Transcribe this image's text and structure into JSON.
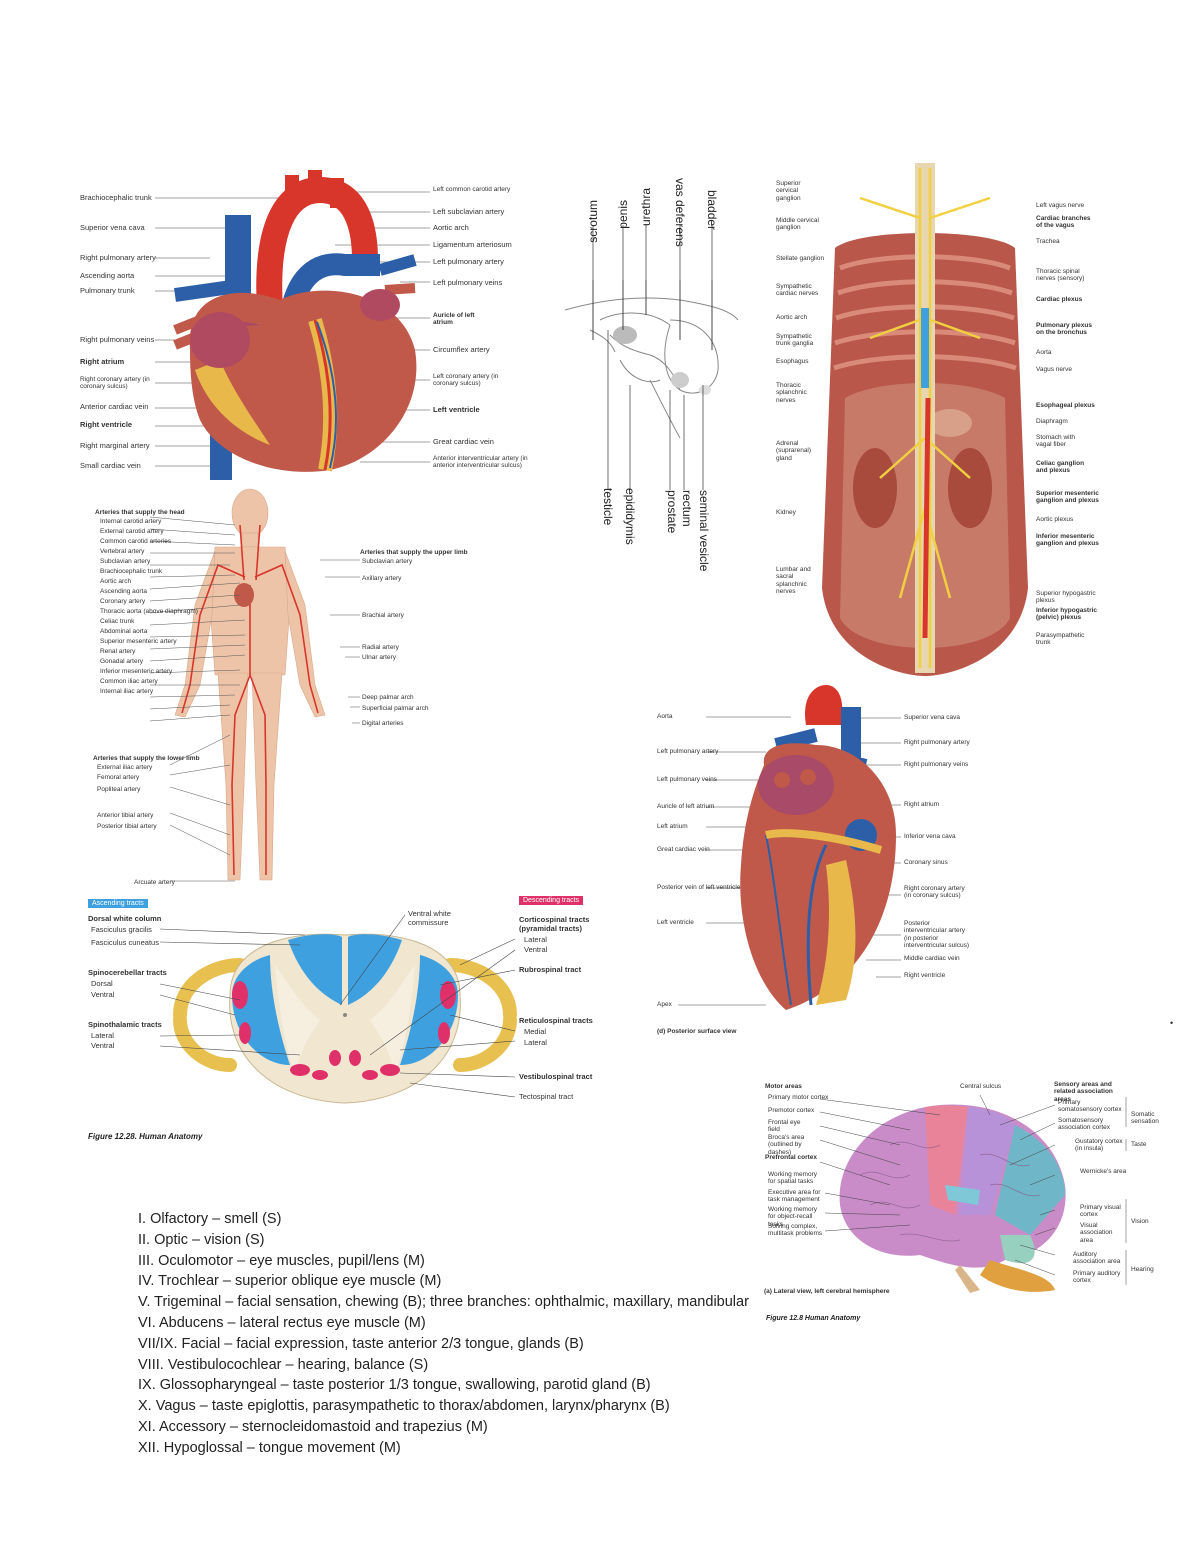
{
  "heart_front": {
    "left_labels": [
      "Brachiocephalic trunk",
      "Superior vena cava",
      "Right pulmonary artery",
      "Ascending aorta",
      "Pulmonary trunk",
      "Right pulmonary veins",
      "Right atrium",
      "Right coronary artery (in coronary sulcus)",
      "Anterior cardiac vein",
      "Right ventricle",
      "Right marginal artery",
      "Small cardiac vein"
    ],
    "right_labels": [
      "Left common carotid artery",
      "Left subclavian artery",
      "Aortic arch",
      "Ligamentum arteriosum",
      "Left pulmonary artery",
      "Left pulmonary veins",
      "Auricle of left atrium",
      "Circumflex artery",
      "Left coronary artery (in coronary sulcus)",
      "Left ventricle",
      "Great cardiac vein",
      "Anterior interventricular artery (in anterior interventricular sulcus)"
    ]
  },
  "pelvis": {
    "top_labels": [
      "scrotum",
      "penis",
      "urethra",
      "vas deferens",
      "bladder"
    ],
    "bottom_labels": [
      "testicle",
      "epididymis",
      "prostate",
      "rectum",
      "seminal vesicle"
    ]
  },
  "autonomic": {
    "left_labels": [
      "Superior cervical ganglion",
      "Middle cervical ganglion",
      "Stellate ganglion",
      "Sympathetic cardiac nerves",
      "Aortic arch",
      "Sympathetic trunk ganglia",
      "Esophagus",
      "Thoracic splanchnic nerves",
      "Adrenal (suprarenal) gland",
      "Kidney",
      "Lumbar and sacral splanchnic nerves"
    ],
    "right_labels": [
      "Left vagus nerve",
      "Cardiac branches of the vagus",
      "Trachea",
      "Thoracic spinal nerves (sensory)",
      "Cardiac plexus",
      "Pulmonary plexus on the bronchus",
      "Aorta",
      "Vagus nerve",
      "Esophageal plexus",
      "Diaphragm",
      "Stomach with vagal fiber",
      "Celiac ganglion and plexus",
      "Superior mesenteric ganglion and plexus",
      "Aortic plexus",
      "Inferior mesenteric ganglion and plexus",
      "Superior hypogastric plexus",
      "Inferior hypogastric (pelvic) plexus",
      "Parasympathetic trunk"
    ]
  },
  "arteries": {
    "left_header": "Arteries that supply the head",
    "left_labels": [
      "Internal carotid artery",
      "External carotid artery",
      "Common carotid arteries",
      "Vertebral artery",
      "Subclavian artery",
      "Brachiocephalic trunk",
      "Aortic arch",
      "Ascending aorta",
      "Coronary artery",
      "Thoracic aorta (above diaphragm)",
      "Celiac trunk",
      "Abdominal aorta",
      "Superior mesenteric artery",
      "Renal artery",
      "Gonadal artery",
      "Inferior mesenteric artery",
      "Common iliac artery",
      "Internal iliac artery"
    ],
    "right_header": "Arteries that supply the upper limb",
    "right_labels": [
      "Subclavian artery",
      "Axillary artery",
      "Brachial artery",
      "Radial artery",
      "Ulnar artery",
      "Deep palmar arch",
      "Superficial palmar arch",
      "Digital arteries"
    ],
    "leg_header": "Arteries that supply the lower limb",
    "leg_labels": [
      "External iliac artery",
      "Femoral artery",
      "Popliteal artery",
      "Anterior tibial artery",
      "Posterior tibial artery",
      "Arcuate artery"
    ]
  },
  "heart_back": {
    "left_labels": [
      "Aorta",
      "Left pulmonary artery",
      "Left pulmonary veins",
      "Auricle of left atrium",
      "Left atrium",
      "Great cardiac vein",
      "Posterior vein of left ventricle",
      "Left ventricle",
      "Apex"
    ],
    "right_labels": [
      "Superior vena cava",
      "Right pulmonary artery",
      "Right pulmonary veins",
      "Right atrium",
      "Inferior vena cava",
      "Coronary sinus",
      "Right coronary artery (in coronary sulcus)",
      "Posterior interventricular artery (in posterior interventricular sulcus)",
      "Middle cardiac vein",
      "Right ventricle"
    ],
    "caption": "(d) Posterior surface view"
  },
  "spinal_cord": {
    "ascending_tag": "Ascending tracts",
    "descending_tag": "Descending tracts",
    "left_labels": [
      {
        "text": "Dorsal white column",
        "bold": true
      },
      {
        "text": "Fasciculus gracilis",
        "bold": false
      },
      {
        "text": "Fasciculus cuneatus",
        "bold": false
      },
      {
        "text": "Spinocerebellar tracts",
        "bold": true
      },
      {
        "text": "Dorsal",
        "bold": false
      },
      {
        "text": "Ventral",
        "bold": false
      },
      {
        "text": "Spinothalamic tracts",
        "bold": true
      },
      {
        "text": "Lateral",
        "bold": false
      },
      {
        "text": "Ventral",
        "bold": false
      }
    ],
    "right_labels": [
      {
        "text": "Ventral white commissure",
        "bold": false
      },
      {
        "text": "Corticospinal tracts (pyramidal tracts)",
        "bold": true
      },
      {
        "text": "Lateral",
        "bold": false
      },
      {
        "text": "Ventral",
        "bold": false
      },
      {
        "text": "Rubrospinal tract",
        "bold": true
      },
      {
        "text": "Reticulospinal tracts",
        "bold": true
      },
      {
        "text": "Medial",
        "bold": false
      },
      {
        "text": "Lateral",
        "bold": false
      },
      {
        "text": "Vestibulospinal tract",
        "bold": true
      },
      {
        "text": "Tectospinal tract",
        "bold": true
      }
    ],
    "caption": "Figure 12.28. Human Anatomy"
  },
  "brain": {
    "left_labels": [
      "Motor areas",
      "Primary motor cortex",
      "Premotor cortex",
      "Frontal eye field",
      "Broca's area (outlined by dashes)",
      "Prefrontal cortex",
      "Working memory for spatial tasks",
      "Executive area for task management",
      "Working memory for object-recall tasks",
      "Solving complex, multitask problems"
    ],
    "top_label": "Central sulcus",
    "right_labels": [
      "Sensory areas and related association areas",
      "Primary somatosensory cortex",
      "Somatosensory association cortex",
      "Gustatory cortex (in insula)",
      "Wernicke's area",
      "Primary visual cortex",
      "Visual association area",
      "Auditory association area",
      "Primary auditory cortex"
    ],
    "side_labels": [
      "Somatic sensation",
      "Taste",
      "Vision",
      "Hearing"
    ],
    "sub_caption": "(a) Lateral view, left cerebral hemisphere",
    "caption": "Figure 12.8 Human Anatomy"
  },
  "cranial_nerves": [
    "I. Olfactory – smell (S)",
    "II. Optic – vision (S)",
    "III. Oculomotor – eye muscles, pupil/lens (M)",
    "IV. Trochlear – superior oblique eye muscle (M)",
    "V. Trigeminal – facial sensation, chewing (B); three branches: ophthalmic, maxillary, mandibular",
    "VI. Abducens – lateral rectus eye muscle (M)",
    "VII/IX. Facial – facial expression, taste anterior 2/3 tongue, glands (B)",
    "VIII. Vestibulocochlear – hearing, balance (S)",
    "IX. Glossopharyngeal – taste posterior 1/3 tongue, swallowing, parotid gland (B)",
    "X. Vagus – taste epiglottis, parasympathetic to thorax/abdomen, larynx/pharynx (B)",
    "XI. Accessory – sternocleidomastoid and trapezius (M)",
    "XII. Hypoglossal – tongue movement (M)"
  ],
  "colors": {
    "artery": "#d8352b",
    "vein": "#2c5fa8",
    "muscle": "#c0594a",
    "fat": "#e8b84a",
    "nerve": "#f0d040",
    "tract_blue": "#3fa0e0",
    "tract_pink": "#e0306a"
  }
}
